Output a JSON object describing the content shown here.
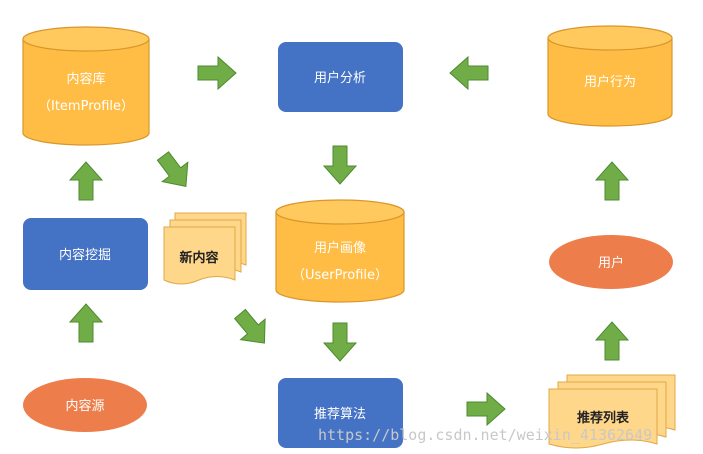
{
  "colors": {
    "cylinder": "#FFBD45",
    "cylinder_top": "#FFC95E",
    "cylinder_stroke": "#D9962A",
    "process": "#4472C4",
    "ellipse": "#ED7D4A",
    "document": "#FFD78A",
    "document_stroke": "#E0A848",
    "arrow": "#70AD47",
    "arrow_stroke": "#4E8A2F"
  },
  "nodes": {
    "content_library": {
      "line1": "内容库",
      "line2": "（ItemProfile）"
    },
    "user_analysis": {
      "label": "用户分析"
    },
    "user_behavior": {
      "label": "用户行为"
    },
    "content_mining": {
      "label": "内容挖掘"
    },
    "new_content": {
      "label": "新内容"
    },
    "user_portrait": {
      "line1": "用户画像",
      "line2": "（UserProfile）"
    },
    "user": {
      "label": "用户"
    },
    "content_source": {
      "label": "内容源"
    },
    "recommendation_algorithm": {
      "label": "推荐算法"
    },
    "recommendation_list": {
      "label": "推荐列表"
    }
  },
  "watermark": "https://blog.csdn.net/weixin_41362649"
}
